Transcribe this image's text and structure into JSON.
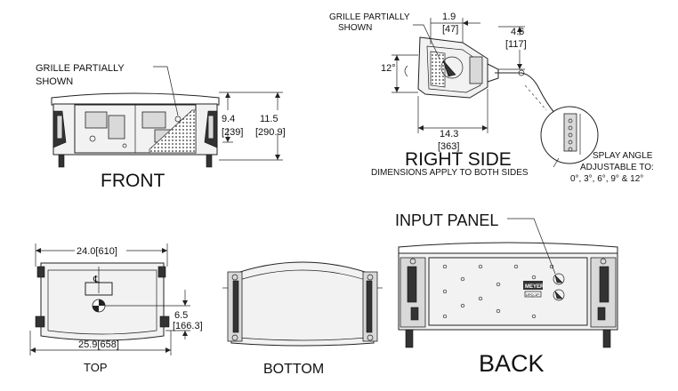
{
  "views": {
    "front": {
      "title": "FRONT",
      "callout": [
        "GRILLE PARTIALLY",
        "SHOWN"
      ],
      "height_inner": [
        "9.4",
        "[239]"
      ],
      "height_outer": [
        "11.5",
        "[290.9]"
      ]
    },
    "right_side": {
      "title": "RIGHT SIDE",
      "subtitle": "DIMENSIONS APPLY TO BOTH SIDES",
      "callout": [
        "GRILLE PARTIALLY",
        "SHOWN"
      ],
      "top_dim": [
        "1.9",
        "[47]"
      ],
      "right_dim": [
        "4.6",
        "[117]"
      ],
      "angle": "12°",
      "width_dim": [
        "14.3",
        "[363]"
      ],
      "splay_note": [
        "SPLAY ANGLE",
        "ADJUSTABLE TO:",
        "0°, 3°, 6°, 9° & 12°"
      ]
    },
    "top": {
      "title": "TOP",
      "width_top": "24.0[610]",
      "width_bottom": "25.9[658]",
      "depth": [
        "6.5",
        "[166.3]"
      ],
      "centerline": "℄"
    },
    "bottom": {
      "title": "BOTTOM"
    },
    "back": {
      "title": "BACK",
      "callout": "INPUT PANEL",
      "brand": "MEYER",
      "model": "UPQ-1P"
    }
  }
}
